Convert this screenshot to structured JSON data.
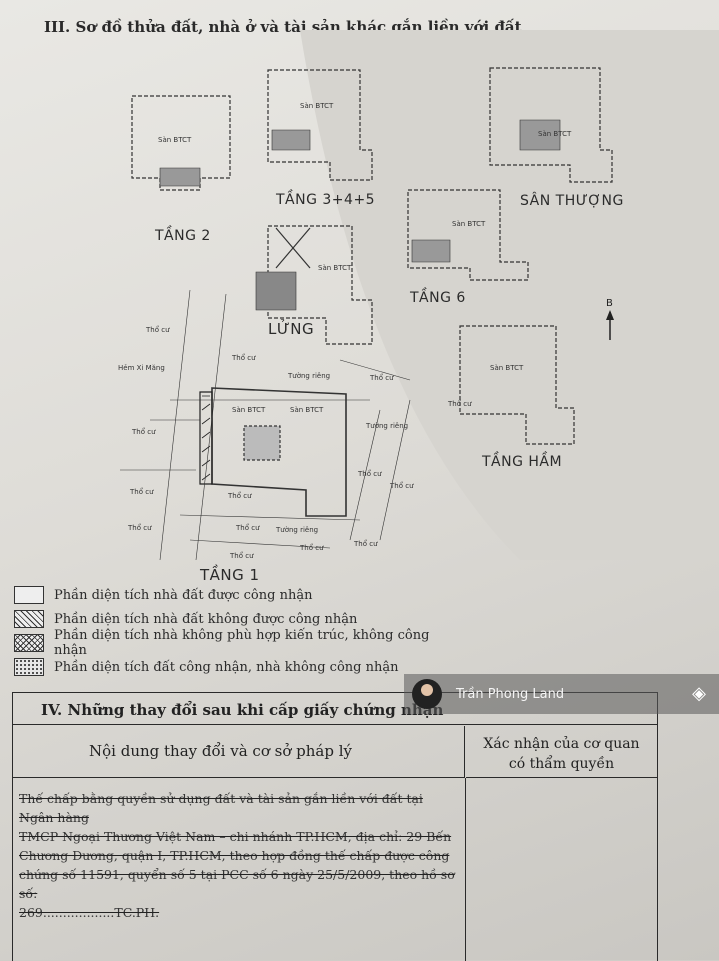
{
  "section3": {
    "title": "III. Sơ đồ thửa đất, nhà ở và tài sản khác gắn liền với đất",
    "plans": {
      "tang2": "TẦNG 2",
      "tang345": "TẦNG 3+4+5",
      "san_thuong": "SÂN THƯỢNG",
      "lung": "LỬNG",
      "tang6": "TẦNG 6",
      "tang_ham": "TẦNG HẦM",
      "tang1": "TẦNG 1"
    },
    "floor_text": "Sàn BTCT",
    "neighbor": "Thổ cư",
    "wall": "Tường riêng",
    "alley": "Hẻm Xi Măng",
    "north": "B"
  },
  "legend": [
    "Phần diện tích nhà đất được công nhận",
    "Phần diện tích nhà đất không được công nhận",
    "Phần diện tích nhà không phù hợp kiến trúc, không công nhận",
    "Phần diện tích đất công nhận, nhà không công nhận"
  ],
  "section4": {
    "title": "IV. Những thay đổi sau khi cấp giấy chứng nhận",
    "col_left": "Nội dung thay đổi và cơ sở pháp lý",
    "col_right_1": "Xác nhận của cơ quan",
    "col_right_2": "có thẩm quyền",
    "lines": [
      "Thế chấp bằng quyền sử dụng đất và tài sản gắn liền với đất tại Ngân hàng",
      "TMCP Ngoại Thương Việt Nam – chi nhánh TP.HCM, địa chỉ: 29 Bến",
      "Chương Dương, quận I, TP.HCM, theo hợp đồng thế chấp được công",
      "chứng số 11591, quyển số 5 tại PCC số 6 ngày 25/5/2009, theo hồ sơ số:",
      "269..................TC.PH."
    ]
  },
  "watermark": {
    "name": "Trần Phong Land"
  }
}
